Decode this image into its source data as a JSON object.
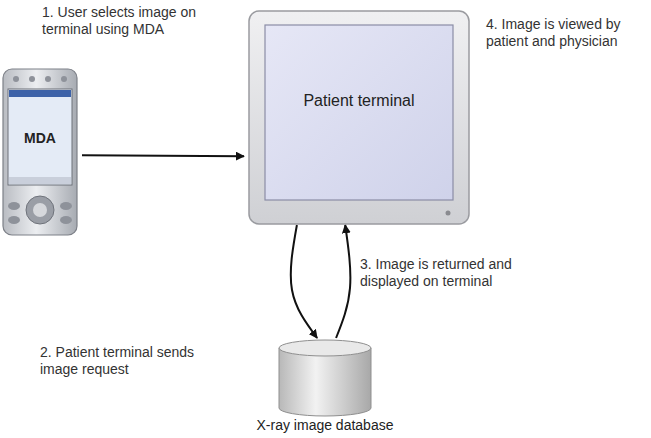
{
  "diagram": {
    "nodes": [
      {
        "text": [
          "MDA"
        ]
      },
      {
        "text": [
          "Patient terminal"
        ]
      },
      {
        "text": [
          "X-ray image database"
        ]
      }
    ],
    "edges": [
      {
        "from": 0,
        "to": 1,
        "arrow": "to"
      },
      {
        "from": 1,
        "to": 2,
        "arrow": "to"
      },
      {
        "from": 2,
        "to": 1,
        "arrow": "to"
      }
    ],
    "labels": [
      "1. User selects image on terminal using MDA",
      "2. Patient terminal sends image request",
      "3. Image is returned and displayed on terminal",
      "4. Image is viewed by patient and physician"
    ]
  }
}
